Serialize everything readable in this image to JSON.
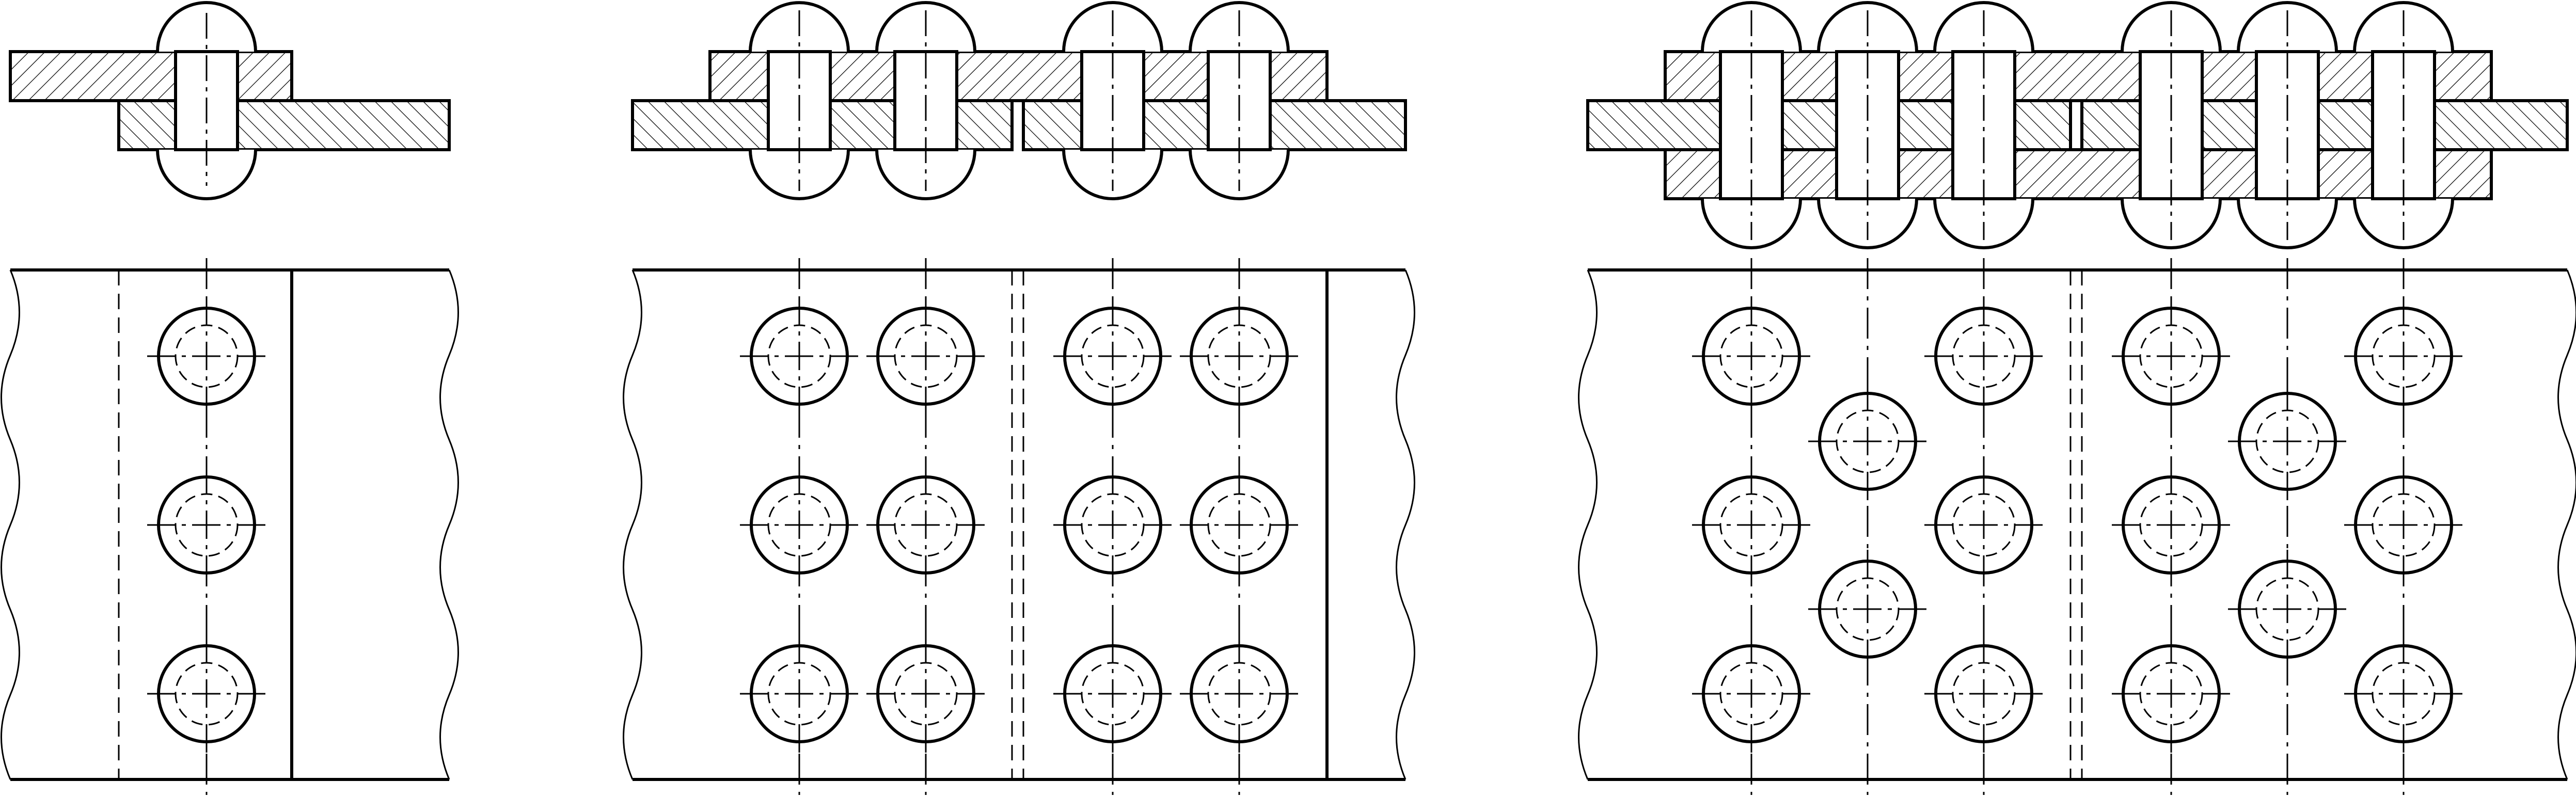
{
  "diagram": {
    "kind": "riveted-joint-drawings",
    "line_color": "#000000",
    "background_color": "#ffffff",
    "joints": [
      {
        "id": "lap-joint-single-row",
        "rows": 3,
        "rivets_per_row": 1,
        "pattern": "single-column"
      },
      {
        "id": "butt-joint-single-strap-two-rows",
        "rows": 3,
        "rivets_per_row": 4,
        "pattern": "chain"
      },
      {
        "id": "butt-joint-double-strap-staggered",
        "rows": 3,
        "rivets_per_row": 6,
        "pattern": "staggered"
      }
    ]
  }
}
